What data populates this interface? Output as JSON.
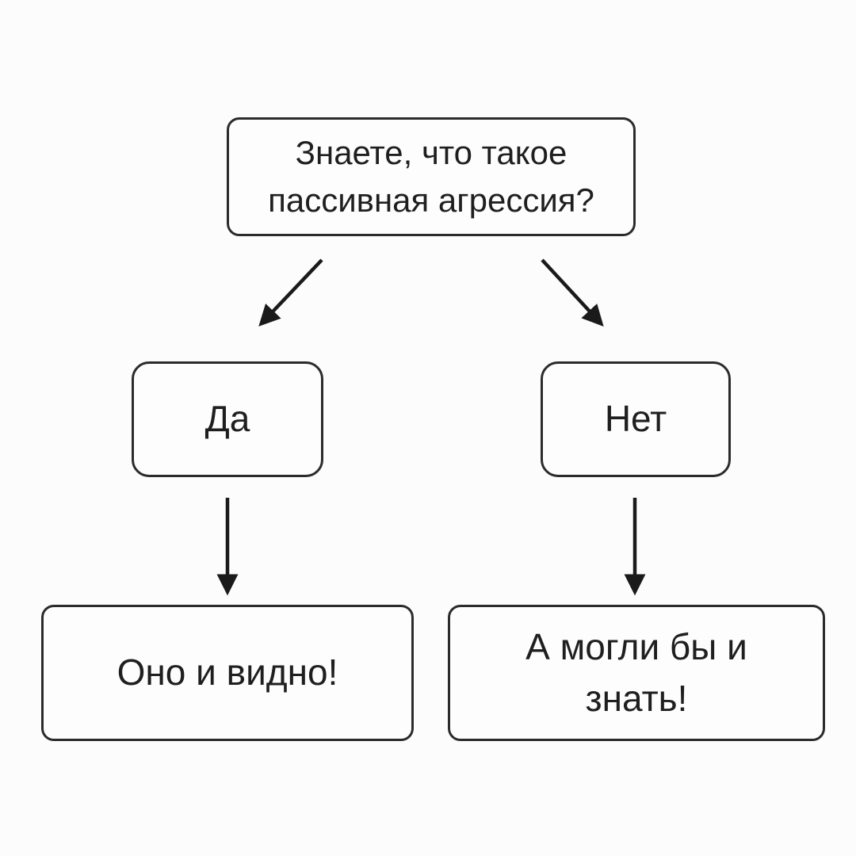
{
  "diagram": {
    "title": "passive-aggression-flowchart-meme",
    "question": "Знаете, что такое пассивная агрессия?",
    "answers": {
      "yes": "Да",
      "no": "Нет"
    },
    "outcomes": {
      "yes": "Оно и видно!",
      "no": "А могли бы и знать!"
    },
    "edges": [
      {
        "from": "question",
        "to": "yes",
        "type": "diagonal-arrow"
      },
      {
        "from": "question",
        "to": "no",
        "type": "diagonal-arrow"
      },
      {
        "from": "yes",
        "to": "yes-outcome",
        "type": "vertical-arrow"
      },
      {
        "from": "no",
        "to": "no-outcome",
        "type": "vertical-arrow"
      }
    ],
    "colors": {
      "background": "#fcfcfc",
      "box_fill": "#fdfdfd",
      "box_border": "#2b2b2b",
      "text": "#1f1f1f",
      "arrow": "#1a1a1a"
    }
  }
}
